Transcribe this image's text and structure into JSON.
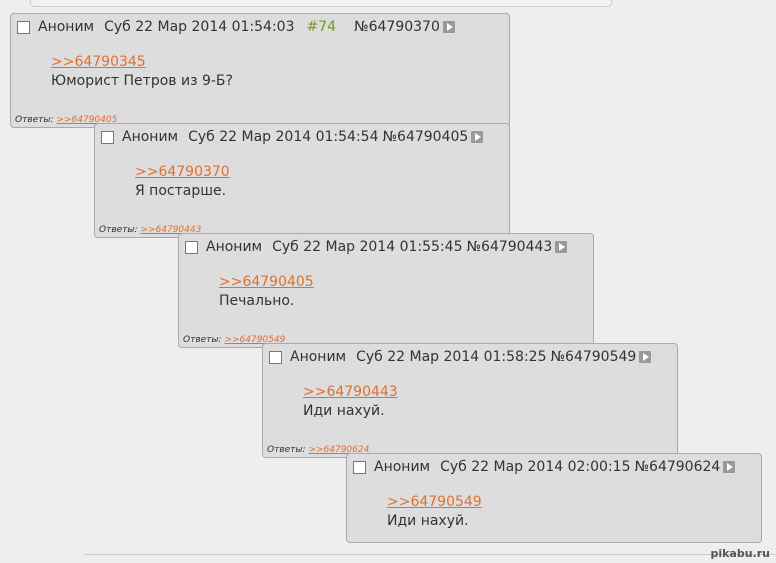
{
  "replies_label": "Ответы:",
  "watermark": "pikabu.ru",
  "posts": [
    {
      "name": "Аноним",
      "date": "Суб 22 Мар 2014 01:54:03",
      "num": "#74",
      "id": "№64790370",
      "ref": ">>64790345",
      "text": "Юморист Петров из 9-Б?",
      "reply": ">>64790405"
    },
    {
      "name": "Аноним",
      "date": "Суб 22 Мар 2014 01:54:54",
      "id": "№64790405",
      "ref": ">>64790370",
      "text": "Я постарше.",
      "reply": ">>64790443"
    },
    {
      "name": "Аноним",
      "date": "Суб 22 Мар 2014 01:55:45",
      "id": "№64790443",
      "ref": ">>64790405",
      "text": "Печально.",
      "reply": ">>64790549"
    },
    {
      "name": "Аноним",
      "date": "Суб 22 Мар 2014 01:58:25",
      "id": "№64790549",
      "ref": ">>64790443",
      "text": "Иди нахуй.",
      "reply": ">>64790624"
    },
    {
      "name": "Аноним",
      "date": "Суб 22 Мар 2014 02:00:15",
      "id": "№64790624",
      "ref": ">>64790549",
      "text": "Иди нахуй."
    }
  ]
}
